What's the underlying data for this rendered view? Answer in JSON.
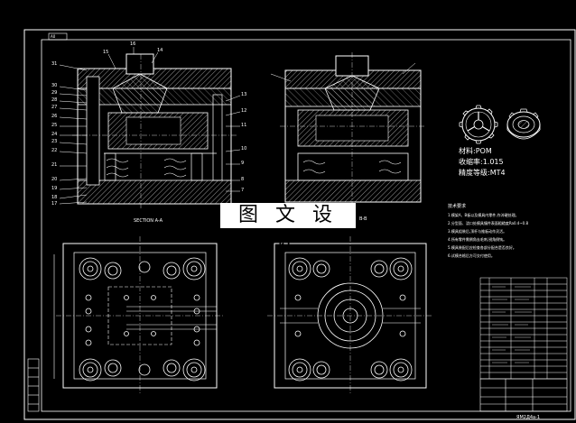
{
  "sheet": {
    "corner_label": "A0",
    "watermark": "图 文 设 计",
    "title_block_code": "ЯМ2Д4а-1"
  },
  "views": {
    "section_aa_label": "SECTION A-A",
    "section_bb_label": "B-B"
  },
  "product_info": {
    "material": "材料:POM",
    "shrinkage": "收缩率:1.015",
    "tolerance": "精度等级:MT4"
  },
  "tech_requirements": {
    "title": "技术要求",
    "items": [
      "1.模架A、B板以及模具内零件,作淬硬处理。",
      "2.分型面、浇口处模具镶件表面粗糙度Ra0.4~0.8",
      "3.模具组装后,顶杆与推板动作灵活。",
      "4.所有零件需倒角去毛刺,锐角倒钝。",
      "5.模具装配后应检查各部分配合是否良好。",
      "6.试模合格后方可交付使用。"
    ]
  },
  "callouts_left": [
    "31",
    "30",
    "29",
    "28",
    "27",
    "26",
    "25",
    "24",
    "23",
    "22",
    "21",
    "20",
    "19",
    "18",
    "17"
  ],
  "callouts_top": [
    "16",
    "15",
    "14"
  ],
  "callouts_right": [
    "13",
    "12",
    "11",
    "10",
    "9",
    "8",
    "7"
  ]
}
